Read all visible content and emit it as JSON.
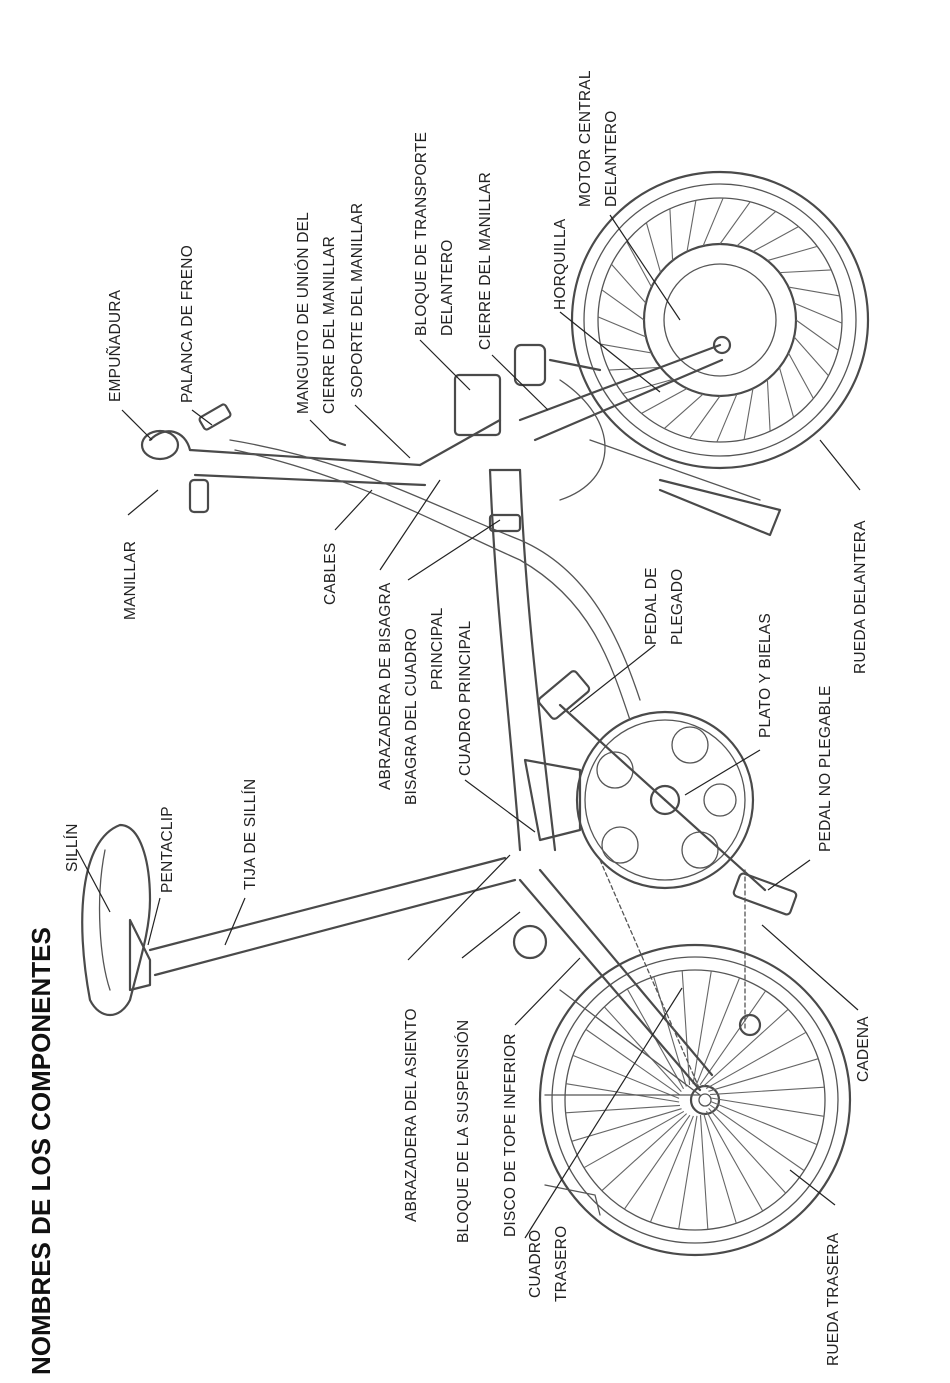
{
  "title": "NOMBRES DE LOS COMPONENTES",
  "labels": {
    "sillin": "SILLÍN",
    "pentaclip": "PENTACLIP",
    "tija": "TIJA DE SILLÍN",
    "empunadura": "EMPUÑADURA",
    "palanca_freno": "PALANCA DE FRENO",
    "manguito_1": "MANGUITO DE UNIÓN DEL",
    "manguito_2": "CIERRE DEL MANILLAR",
    "soporte_manillar": "SOPORTE DEL MANILLAR",
    "bloque_transporte_1": "BLOQUE DE TRANSPORTE",
    "bloque_transporte_2": "DELANTERO",
    "cierre_manillar": "CIERRE DEL MANILLAR",
    "horquilla": "HORQUILLA",
    "motor_1": "MOTOR CENTRAL",
    "motor_2": "DELANTERO",
    "manillar": "MANILLAR",
    "cables": "CABLES",
    "abrazadera_bisagra_1": "ABRAZADERA DE BISAGRA",
    "abrazadera_bisagra_2": "BISAGRA DEL CUADRO",
    "abrazadera_bisagra_3": "PRINCIPAL",
    "cuadro_principal": "CUADRO PRINCIPAL",
    "pedal_plegado_1": "PEDAL DE",
    "pedal_plegado_2": "PLEGADO",
    "plato": "PLATO Y BIELAS",
    "pedal_no_plegable": "PEDAL NO PLEGABLE",
    "rueda_delantera": "RUEDA DELANTERA",
    "abrazadera_asiento": "ABRAZADERA DEL ASIENTO",
    "bloque_suspension": "BLOQUE DE LA SUSPENSIÓN",
    "disco_tope": "DISCO DE TOPE INFERIOR",
    "cuadro_trasero_1": "CUADRO",
    "cuadro_trasero_2": "TRASERO",
    "cadena": "CADENA",
    "rueda_trasera": "RUEDA TRASERA"
  }
}
